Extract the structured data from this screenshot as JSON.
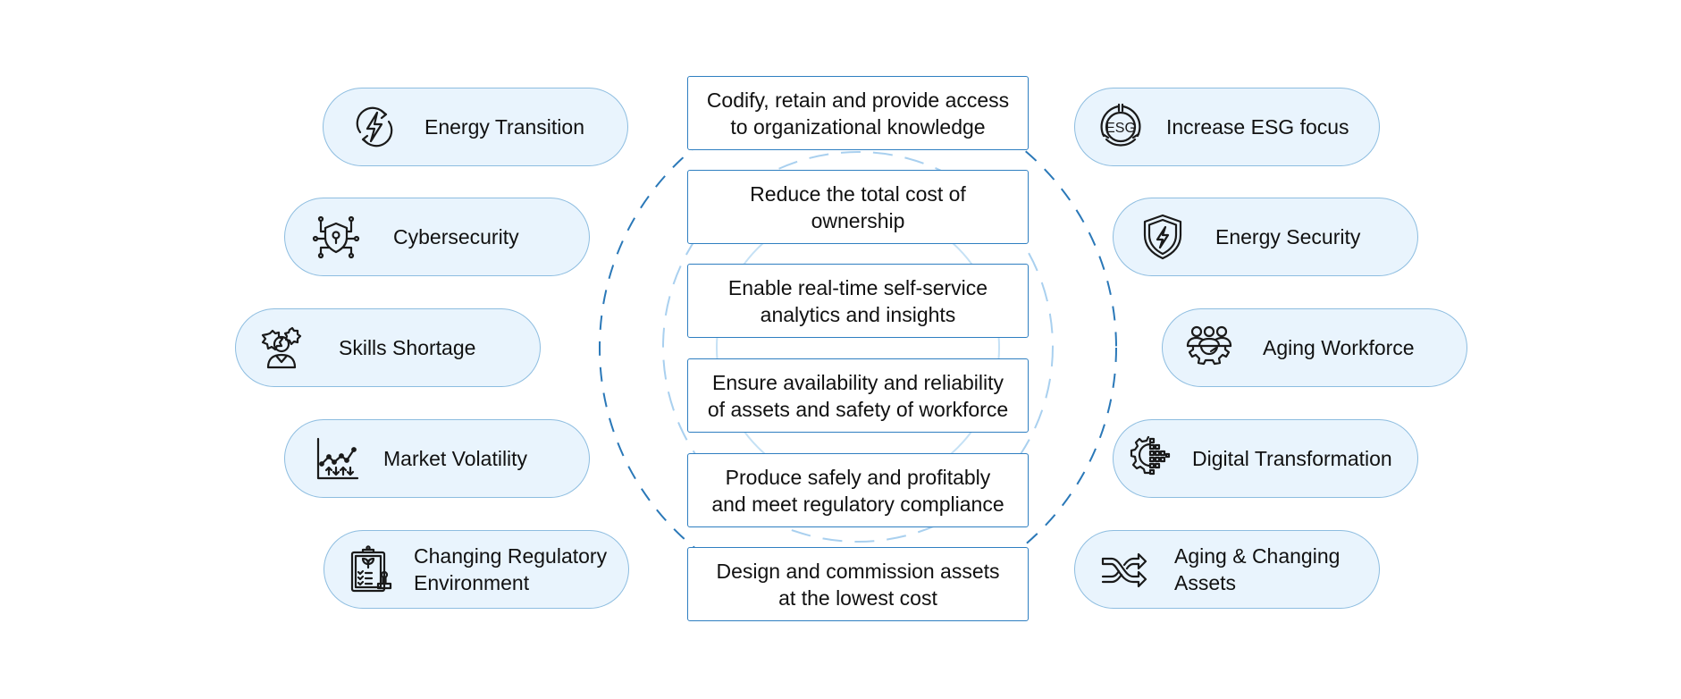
{
  "colors": {
    "pill_fill": "#e9f4fd",
    "pill_border": "#8dbde0",
    "box_border": "#2f7fc1",
    "outer_ring": "#2a78b8",
    "middle_ring": "#a9d0ef",
    "inner_ring": "#c5e1f5"
  },
  "left_challenges": [
    {
      "label": "Energy Transition",
      "icon": "energy-transition-icon"
    },
    {
      "label": "Cybersecurity",
      "icon": "cybersecurity-shield-icon"
    },
    {
      "label": "Skills Shortage",
      "icon": "skills-shortage-person-gears-icon"
    },
    {
      "label": "Market Volatility",
      "icon": "market-volatility-chart-icon"
    },
    {
      "label_lines": [
        "Changing Regulatory",
        "Environment"
      ],
      "icon": "regulatory-clipboard-icon"
    }
  ],
  "right_challenges": [
    {
      "label": "Increase ESG focus",
      "icon": "esg-icon"
    },
    {
      "label": "Energy Security",
      "icon": "energy-security-shield-icon"
    },
    {
      "label": "Aging Workforce",
      "icon": "aging-workforce-team-gear-icon"
    },
    {
      "label": "Digital Transformation",
      "icon": "digital-transformation-gear-icon"
    },
    {
      "label_lines": [
        "Aging & Changing",
        "Assets"
      ],
      "icon": "aging-assets-crossing-arrows-icon"
    }
  ],
  "objectives": [
    {
      "lines": [
        "Codify, retain and provide access",
        "to organizational knowledge"
      ]
    },
    {
      "lines": [
        "Reduce the total cost of",
        "ownership"
      ]
    },
    {
      "lines": [
        "Enable real-time self-service",
        "analytics and insights"
      ]
    },
    {
      "lines": [
        "Ensure availability and reliability",
        "of assets and safety of workforce"
      ]
    },
    {
      "lines": [
        "Produce safely and profitably",
        "and meet regulatory compliance"
      ]
    },
    {
      "lines": [
        "Design and commission assets",
        "at the lowest cost"
      ]
    }
  ]
}
